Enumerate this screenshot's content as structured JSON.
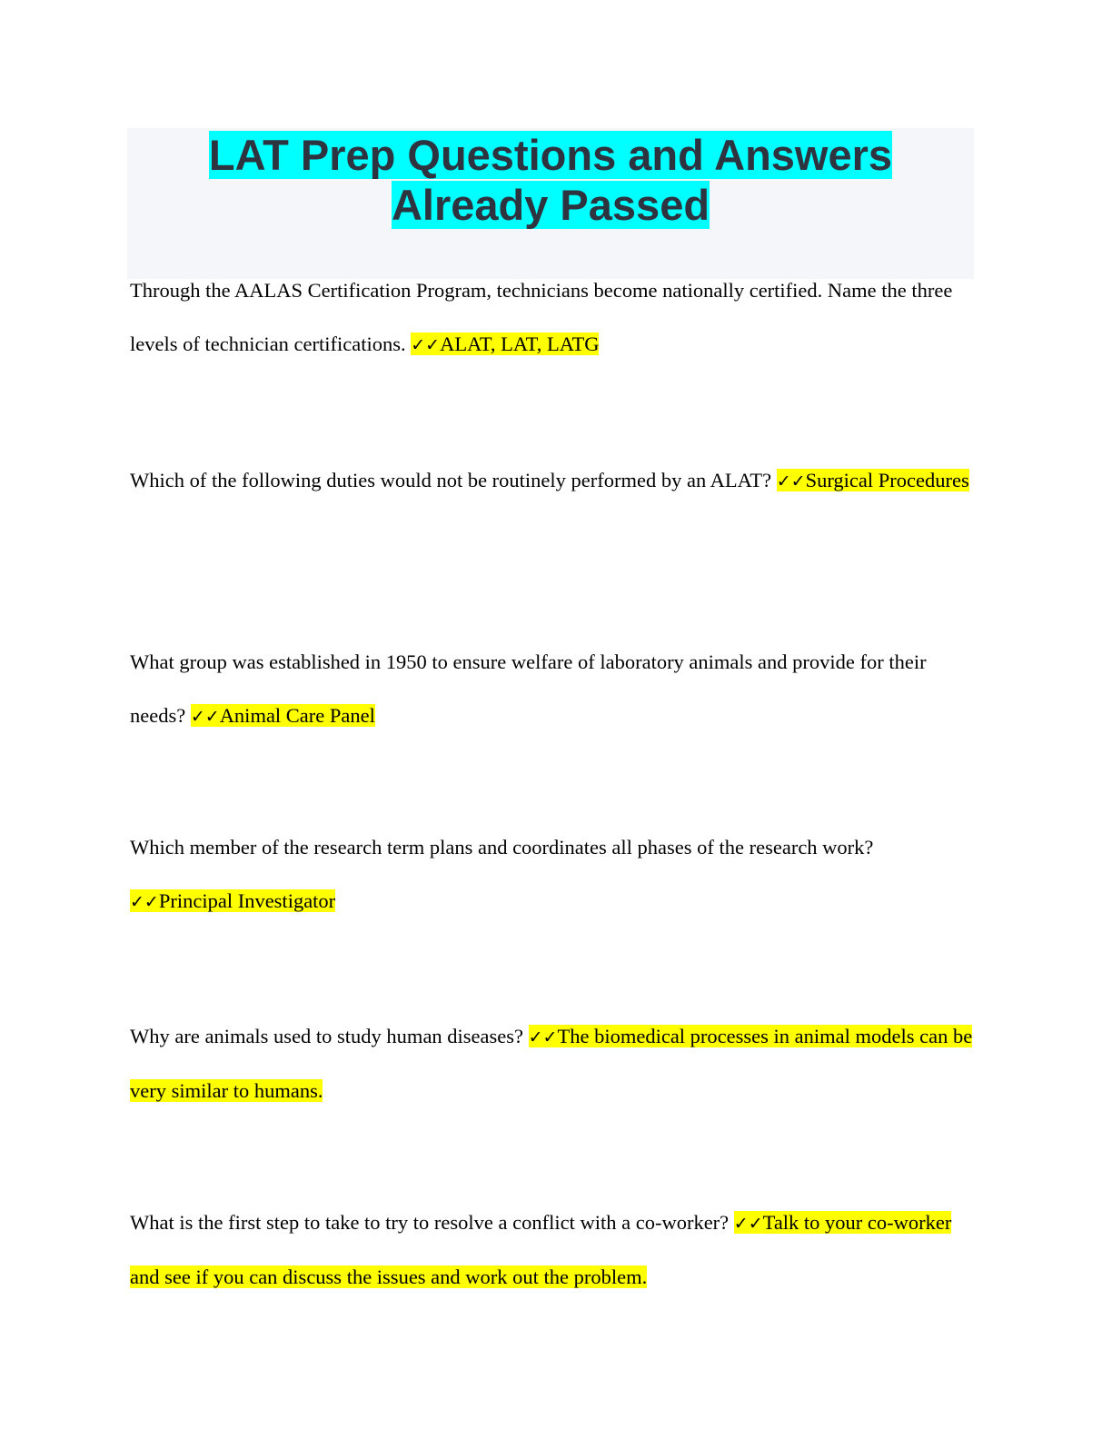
{
  "document": {
    "title_line1": "LAT Prep Questions and Answers",
    "title_line2": "Already Passed",
    "colors": {
      "title_highlight": "#00ffff",
      "answer_highlight": "#ffff00",
      "title_text": "#2d3440"
    },
    "check_icon": "✓✓",
    "items": [
      {
        "question": "Through the AALAS Certification Program, technicians become nationally certified. Name the three levels of technician certifications.",
        "answer": "ALAT, LAT, LATG"
      },
      {
        "question": "Which of the following duties would not be routinely performed by an ALAT?",
        "answer": "Surgical Procedures"
      },
      {
        "question": "What group was established in 1950 to ensure welfare of laboratory animals and provide for their needs?",
        "answer": "Animal Care Panel"
      },
      {
        "question": "Which member of the research term plans and coordinates all phases of the research work?",
        "answer": "Principal Investigator"
      },
      {
        "question": "Why are animals used to study human diseases?",
        "answer": "The biomedical processes in animal models can be very similar to humans."
      },
      {
        "question": "What is the first step to take to try to resolve a conflict with a co-worker?",
        "answer": "Talk to your co-worker and see if you can discuss the issues and work out the problem."
      }
    ]
  }
}
